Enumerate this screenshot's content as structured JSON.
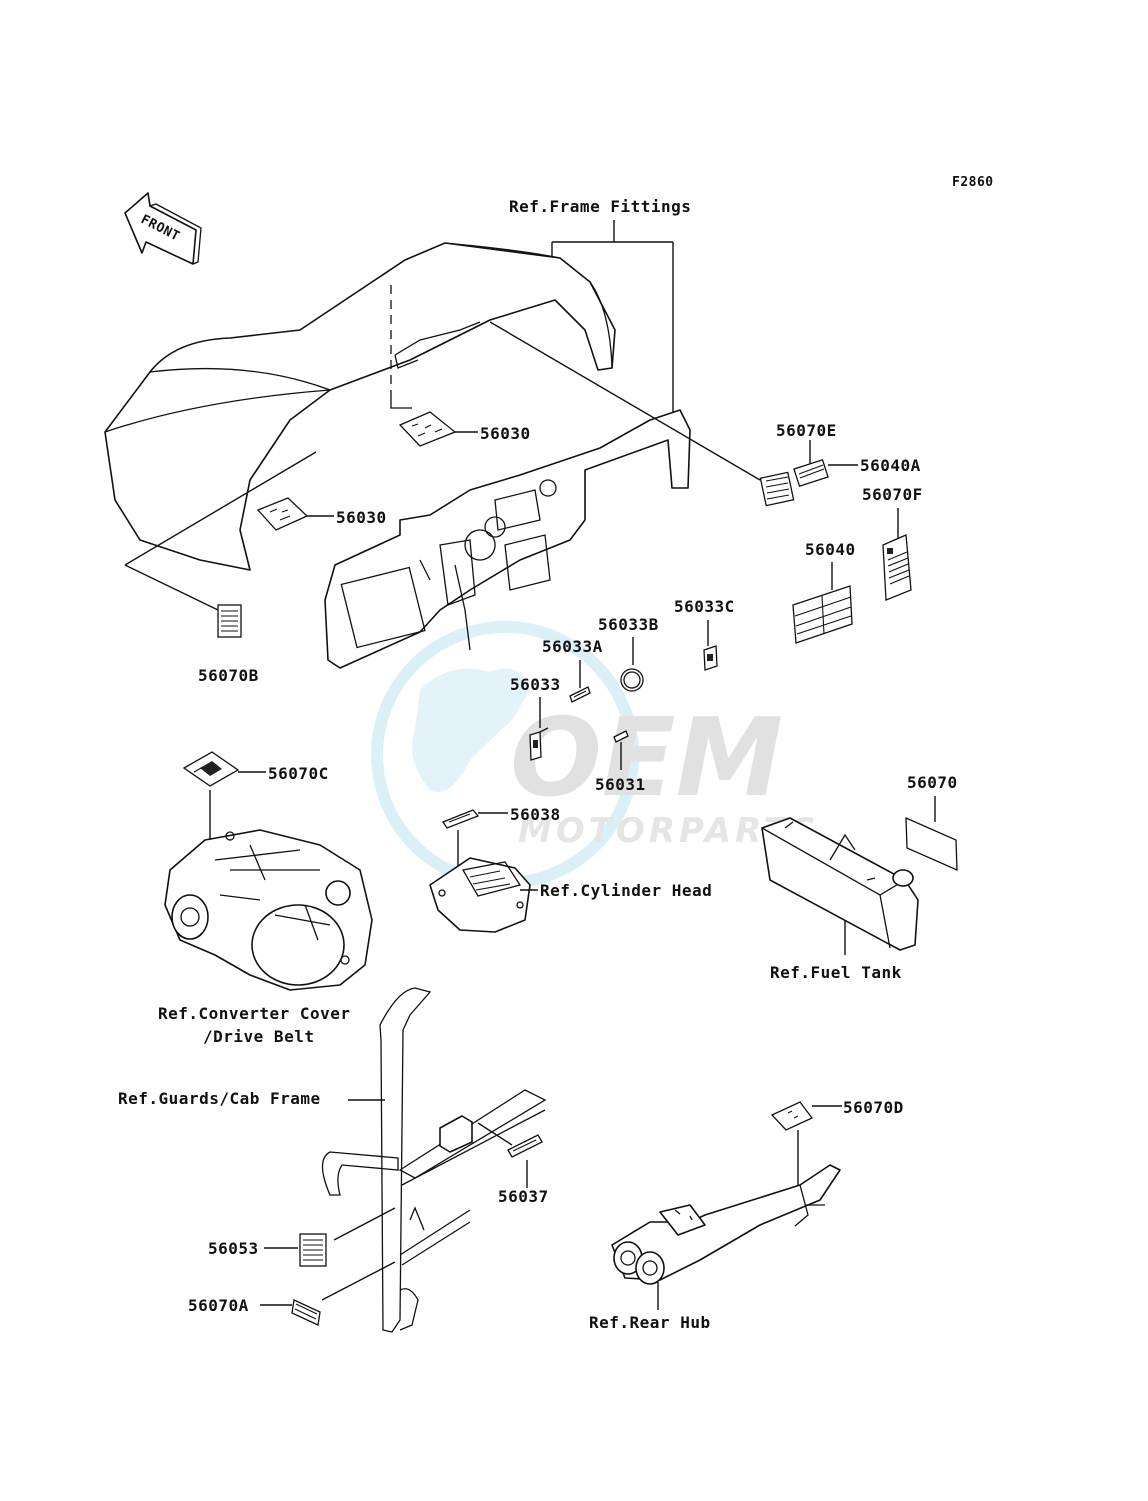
{
  "figure_code": "F2860",
  "front_badge": "FRONT",
  "watermark": {
    "brand_main": "OEM",
    "brand_sub": "MOTORPARTS",
    "globe": "globe-icon",
    "color_light": "#bfe3f2",
    "color_gray": "#c9c9c9"
  },
  "references": {
    "frame_fittings": "Ref.Frame Fittings",
    "cylinder_head": "Ref.Cylinder Head",
    "fuel_tank": "Ref.Fuel Tank",
    "converter_cover_1": "Ref.Converter Cover",
    "converter_cover_2": "/Drive Belt",
    "guards_cab": "Ref.Guards/Cab Frame",
    "rear_hub": "Ref.Rear Hub"
  },
  "parts": {
    "p56030_a": "56030",
    "p56030_b": "56030",
    "p56070E": "56070E",
    "p56040A": "56040A",
    "p56070F": "56070F",
    "p56040": "56040",
    "p56033C": "56033C",
    "p56033B": "56033B",
    "p56033A": "56033A",
    "p56033": "56033",
    "p56031": "56031",
    "p56070B": "56070B",
    "p56070C": "56070C",
    "p56038": "56038",
    "p56070": "56070",
    "p56070D": "56070D",
    "p56037": "56037",
    "p56053": "56053",
    "p56070A": "56070A"
  }
}
